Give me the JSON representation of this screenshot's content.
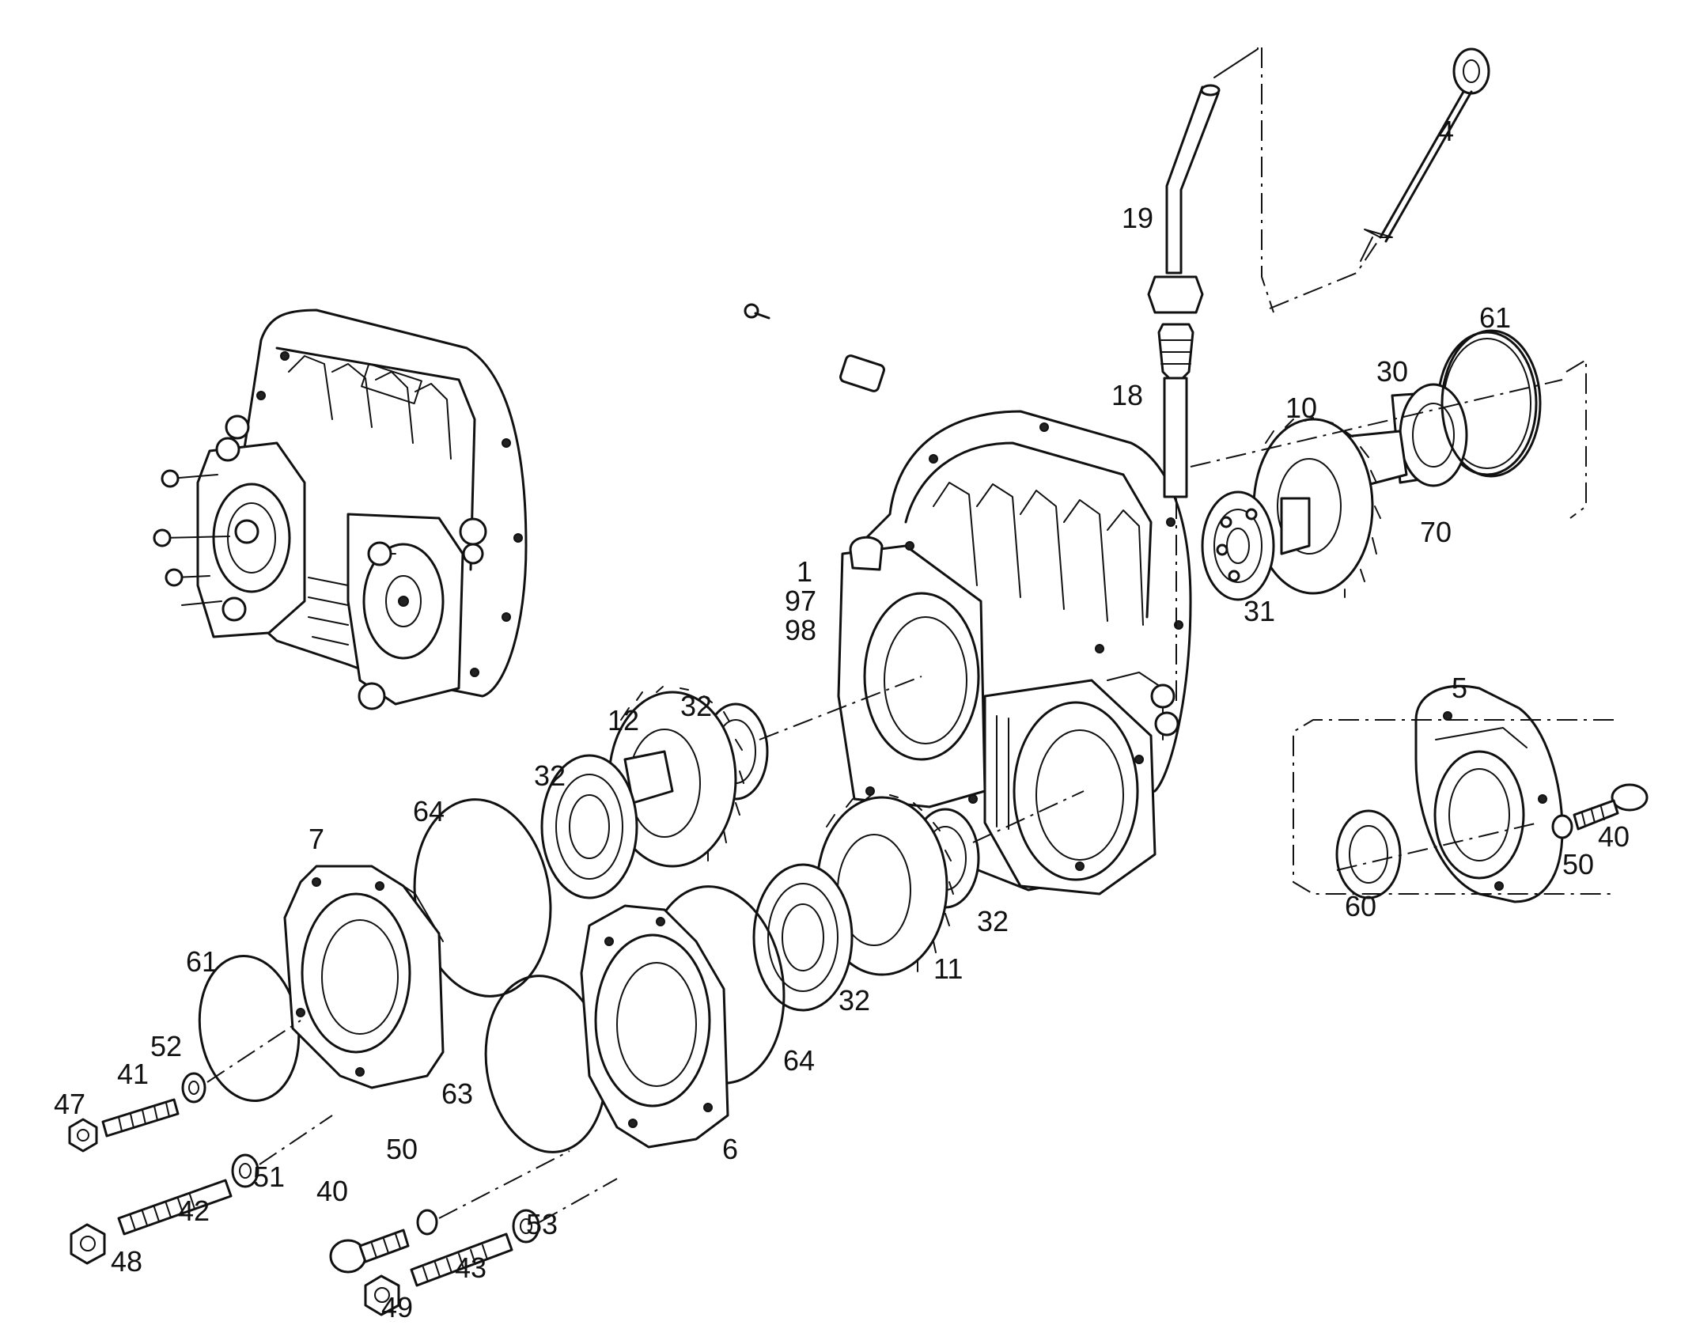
{
  "callouts": [
    {
      "id": "c4",
      "text": "4"
    },
    {
      "id": "c19",
      "text": "19"
    },
    {
      "id": "c18",
      "text": "18"
    },
    {
      "id": "c61a",
      "text": "61"
    },
    {
      "id": "c30",
      "text": "30"
    },
    {
      "id": "c10",
      "text": "10"
    },
    {
      "id": "c70",
      "text": "70"
    },
    {
      "id": "c31",
      "text": "31"
    },
    {
      "id": "c1",
      "text": "1"
    },
    {
      "id": "c97",
      "text": "97"
    },
    {
      "id": "c98",
      "text": "98"
    },
    {
      "id": "c5",
      "text": "5"
    },
    {
      "id": "c40a",
      "text": "40"
    },
    {
      "id": "c50a",
      "text": "50"
    },
    {
      "id": "c60",
      "text": "60"
    },
    {
      "id": "c12",
      "text": "12"
    },
    {
      "id": "c32a",
      "text": "32"
    },
    {
      "id": "c32b",
      "text": "32"
    },
    {
      "id": "c32c",
      "text": "32"
    },
    {
      "id": "c32d",
      "text": "32"
    },
    {
      "id": "c11",
      "text": "11"
    },
    {
      "id": "c64a",
      "text": "64"
    },
    {
      "id": "c64b",
      "text": "64"
    },
    {
      "id": "c7",
      "text": "7"
    },
    {
      "id": "c6",
      "text": "6"
    },
    {
      "id": "c61b",
      "text": "61"
    },
    {
      "id": "c63",
      "text": "63"
    },
    {
      "id": "c52",
      "text": "52"
    },
    {
      "id": "c41",
      "text": "41"
    },
    {
      "id": "c47",
      "text": "47"
    },
    {
      "id": "c51",
      "text": "51"
    },
    {
      "id": "c42",
      "text": "42"
    },
    {
      "id": "c48",
      "text": "48"
    },
    {
      "id": "c50b",
      "text": "50"
    },
    {
      "id": "c40b",
      "text": "40"
    },
    {
      "id": "c43",
      "text": "43"
    },
    {
      "id": "c53",
      "text": "53"
    },
    {
      "id": "c49",
      "text": "49"
    }
  ]
}
